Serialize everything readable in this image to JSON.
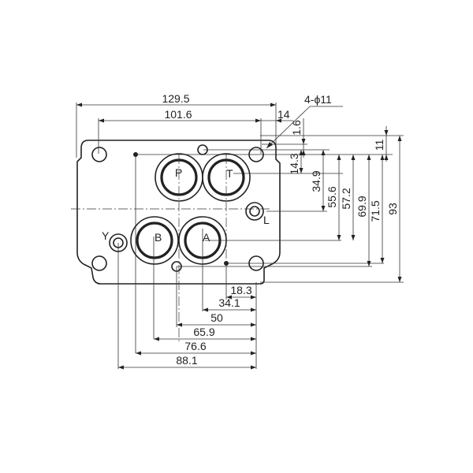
{
  "labels": {
    "ports": {
      "P": "P",
      "T": "T",
      "A": "A",
      "B": "B",
      "L": "L",
      "Y": "Y"
    },
    "holes": "4-ϕ11"
  },
  "dimensions": {
    "horizontal_top": [
      "129.5",
      "101.6",
      "14"
    ],
    "vertical_right": [
      "1.6",
      "14.3",
      "11",
      "34.9",
      "55.6",
      "57.2",
      "69.9",
      "71.5",
      "93"
    ],
    "horizontal_bottom": [
      "18.3",
      "34.1",
      "50",
      "65.9",
      "76.6",
      "88.1"
    ]
  },
  "colors": {
    "line": "#222222",
    "background": "#ffffff"
  }
}
